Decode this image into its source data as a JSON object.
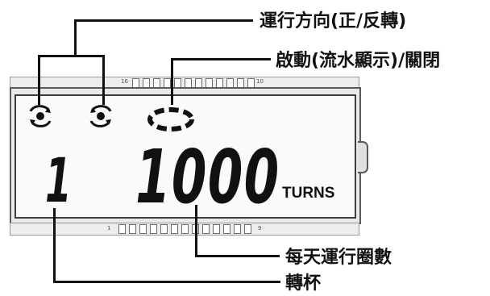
{
  "labels": {
    "direction": "運行方向(正/反轉)",
    "start_stop": "啟動(流水顯示)/關閉",
    "daily_count": "每天運行圈數",
    "cup": "轉杯"
  },
  "display": {
    "cup_number": "1",
    "turn_count": "1000",
    "unit": "TURNS"
  },
  "pins": {
    "top_left": "16",
    "top_right": "10",
    "bottom_left": "1",
    "bottom_right": "9"
  },
  "icons": [
    "rotate-clockwise-icon",
    "rotate-counterclockwise-icon",
    "dashed-ring-icon"
  ]
}
